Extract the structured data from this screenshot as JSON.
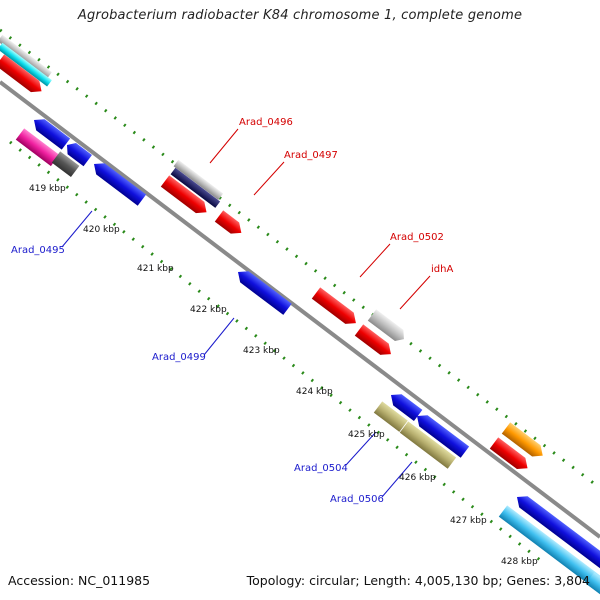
{
  "title": "Agrobacterium radiobacter K84 chromosome 1, complete genome",
  "accession_text": "Accession: NC_011985",
  "topology_text": "Topology: circular; Length: 4,005,130 bp; Genes: 3,804",
  "ticks": [
    "419 kbp",
    "420 kbp",
    "421 kbp",
    "422 kbp",
    "423 kbp",
    "424 kbp",
    "425 kbp",
    "426 kbp",
    "427 kbp",
    "428 kbp"
  ],
  "gene_labels_forward": [
    "Arad_0496",
    "Arad_0497",
    "Arad_0502",
    "idhA"
  ],
  "gene_labels_reverse": [
    "Arad_0495",
    "Arad_0499",
    "Arad_0504",
    "Arad_0506"
  ],
  "colors": {
    "forward_label": "#d40000",
    "reverse_label": "#1a1acc",
    "backbone": "#8a8a8a",
    "tick_dash": "#2a8a1a",
    "red": "#ee0000",
    "blue": "#1010dd",
    "navy": "#101060",
    "silver": "#b8b8b8",
    "cyan": "#10e0f0",
    "magenta": "#f020a0",
    "darkgray": "#555555",
    "khaki": "#b8b070",
    "orange": "#ff9900",
    "skyblue": "#40c0f0"
  }
}
